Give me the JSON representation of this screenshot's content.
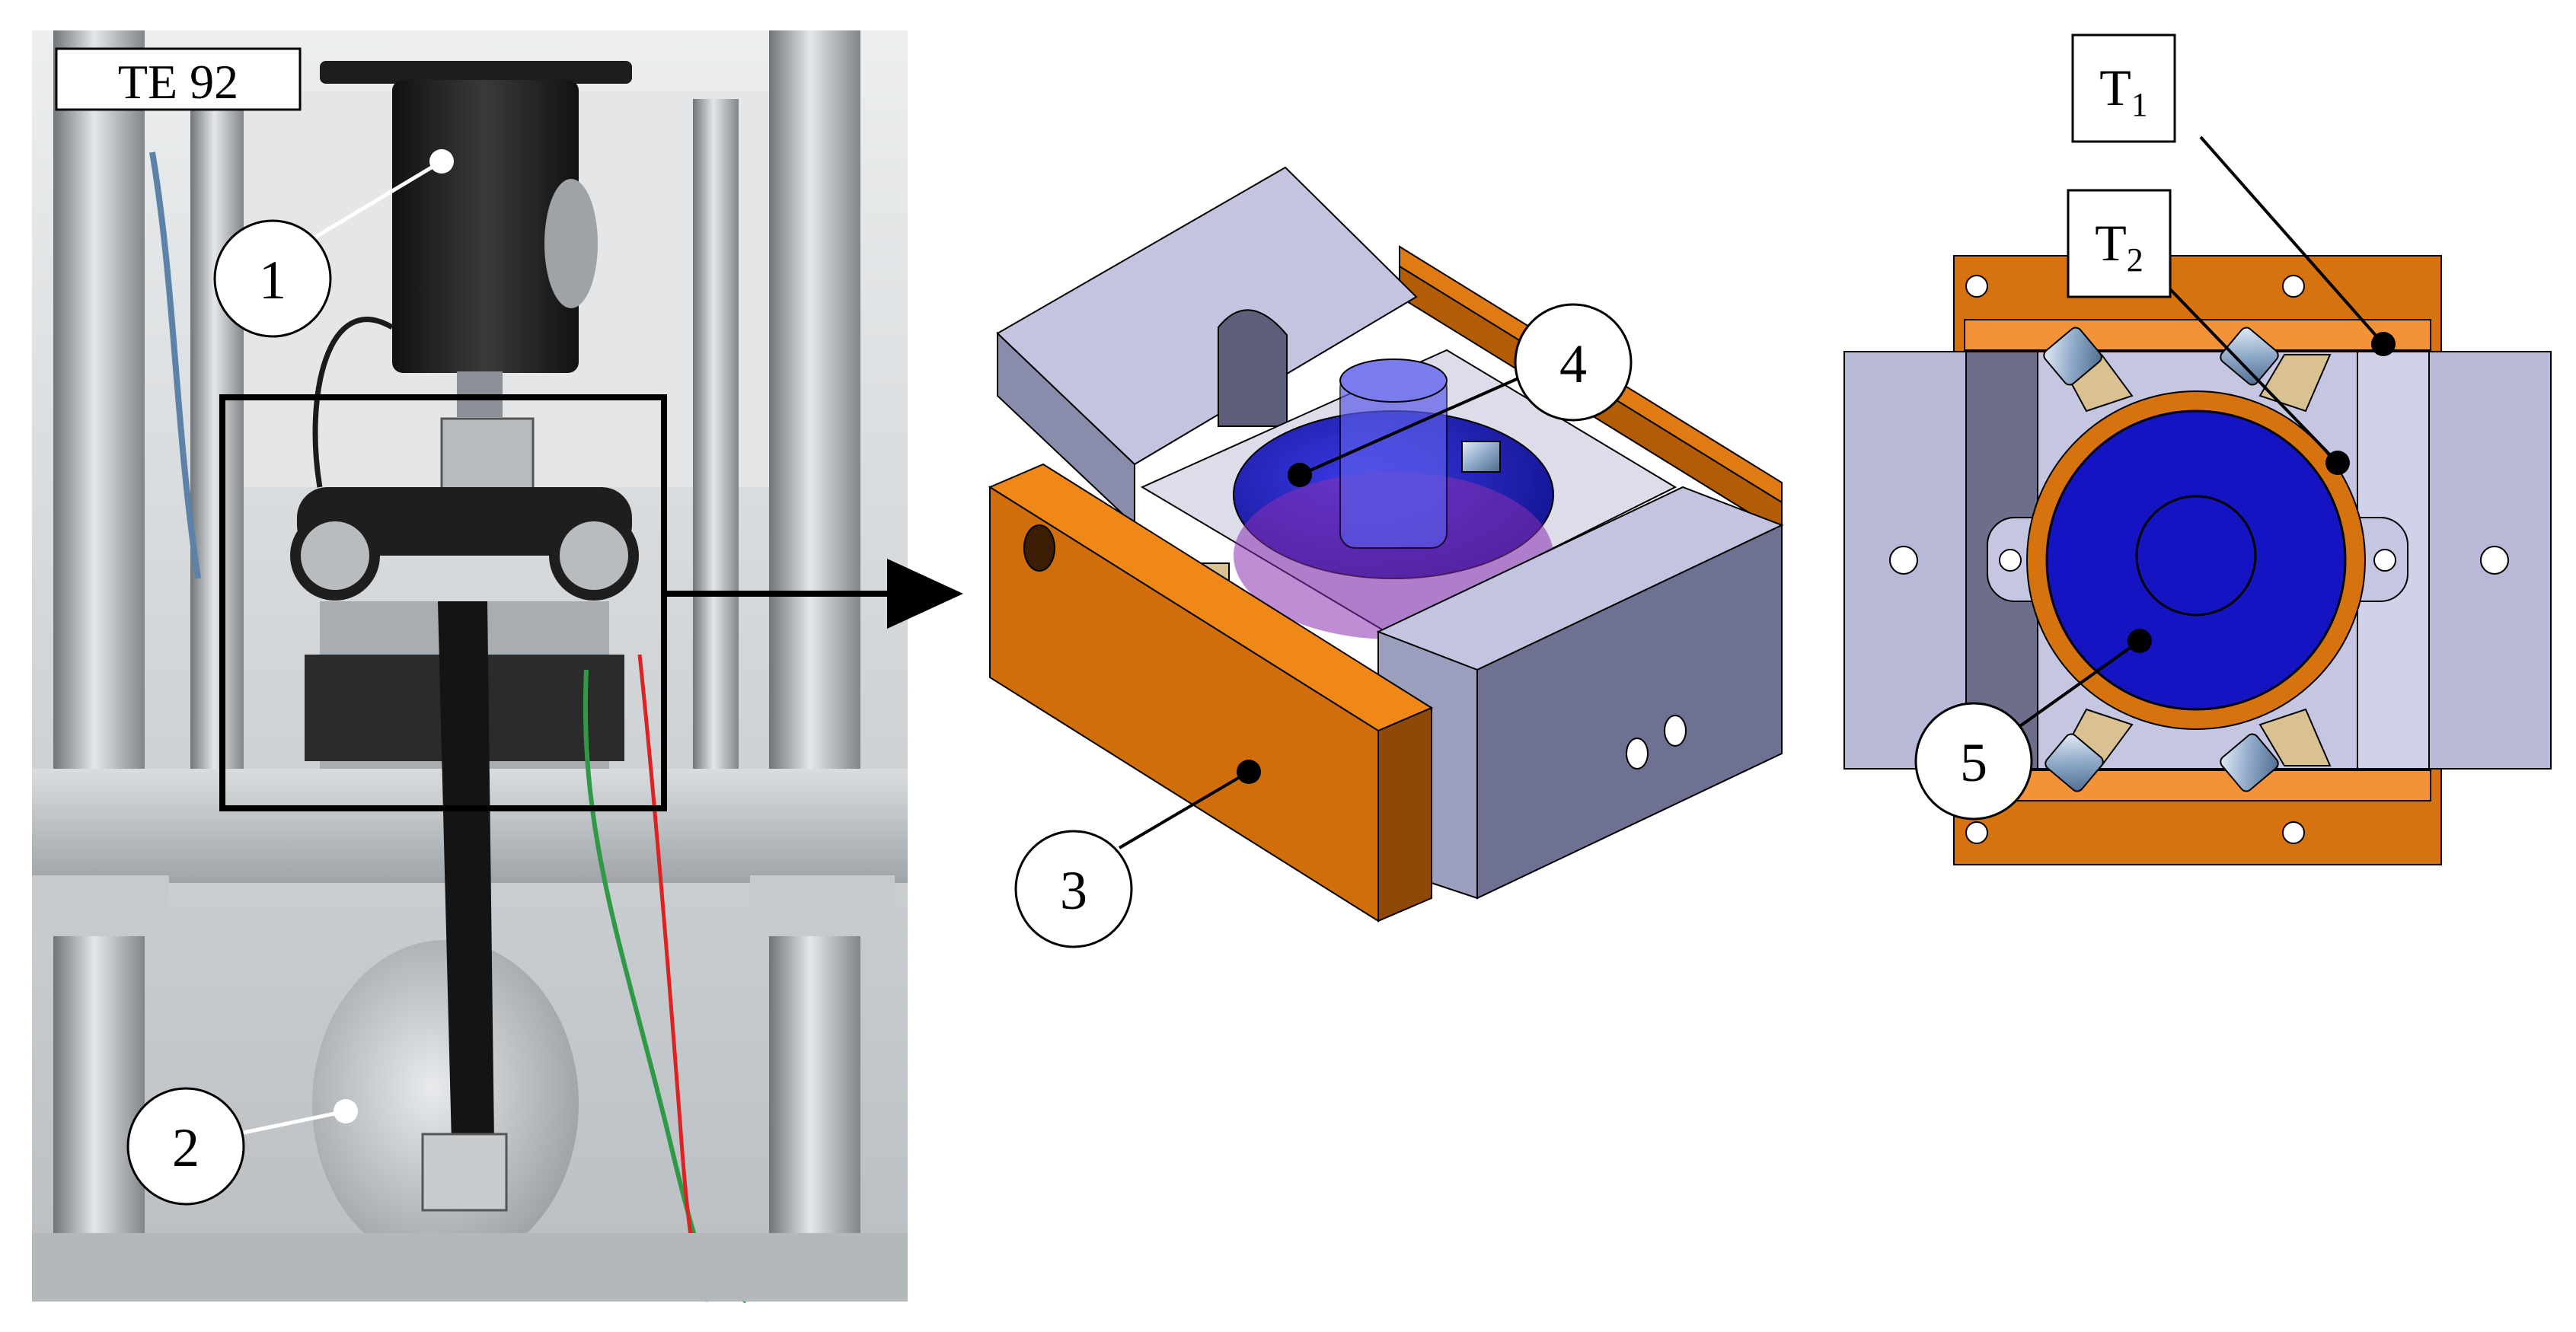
{
  "panels": {
    "photo": {
      "machine_label": "TE 92"
    },
    "isometric_view": {},
    "top_view": {}
  },
  "callouts": {
    "c1": "1",
    "c2": "2",
    "c3": "3",
    "c4": "4",
    "c5": "5"
  },
  "sensors": {
    "t1": {
      "letter": "T",
      "sub": "1"
    },
    "t2": {
      "letter": "T",
      "sub": "2"
    }
  },
  "colors": {
    "frame_orange": "#d6730f",
    "block_lavender": "#b7b9d6",
    "block_shadow": "#7e80a0",
    "disc_blue": "#1a1ac8",
    "photo_background": "#cfd3d6",
    "machine_dark": "#2a2a2a"
  }
}
